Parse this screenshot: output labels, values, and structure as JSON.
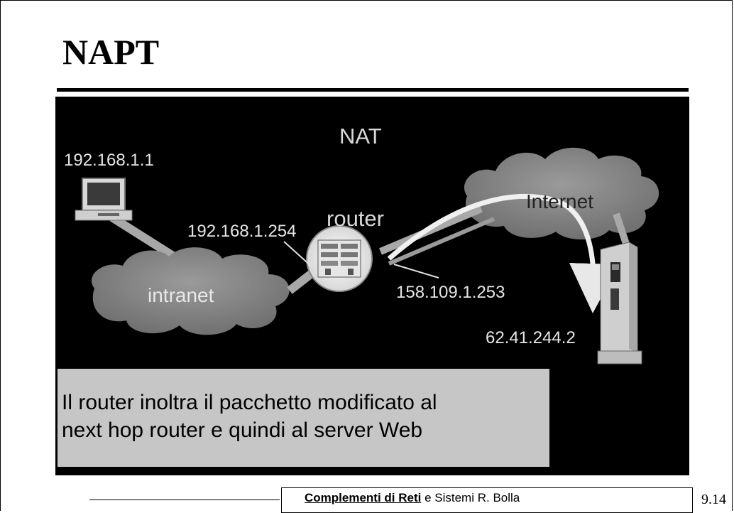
{
  "slide": {
    "title": "NAPT",
    "page_number": "9.14"
  },
  "diagram": {
    "heading": "NAT",
    "labels": {
      "host_ip": "192.168.1.1",
      "router_inside_ip": "192.168.1.254",
      "router_label": "router",
      "router_outside_ip": "158.109.1.253",
      "internet_label": "Internet",
      "intranet_label": "intranet",
      "server_ip": "62.41.244.2"
    },
    "caption": "Il router inoltra il pacchetto modificato al\nnext hop router e quindi al server Web"
  },
  "footer": {
    "course_link": "Complementi di Reti",
    "course_rest": " e Sistemi  R. Bolla"
  }
}
